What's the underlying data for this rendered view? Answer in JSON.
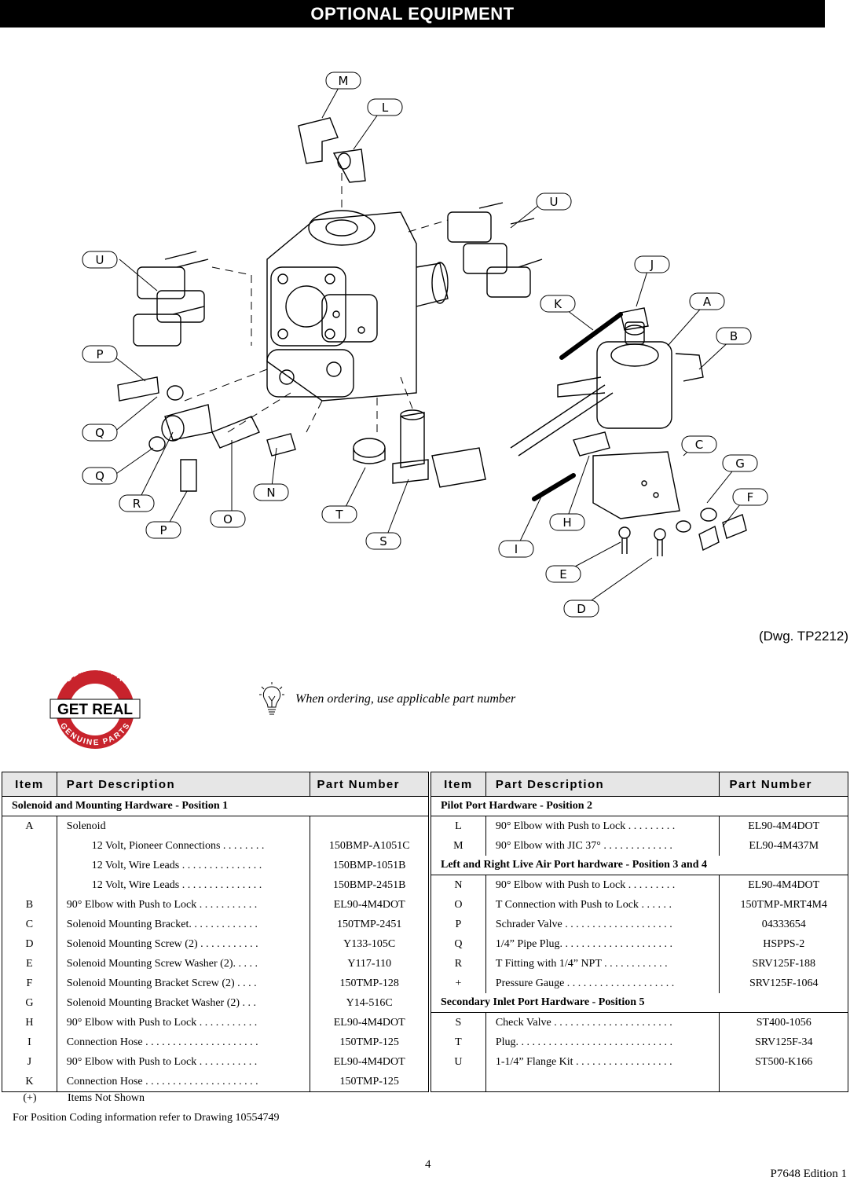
{
  "header": {
    "title": "OPTIONAL EQUIPMENT"
  },
  "drawing": {
    "callouts": [
      "M",
      "L",
      "U",
      "U",
      "J",
      "K",
      "A",
      "B",
      "P",
      "Q",
      "Q",
      "R",
      "P",
      "O",
      "N",
      "T",
      "S",
      "I",
      "H",
      "C",
      "G",
      "F",
      "E",
      "D"
    ],
    "reference": "(Dwg. TP2212)"
  },
  "logo": {
    "top_text": "DEMAND I-R",
    "main_text": "GET REAL",
    "bottom_text": "GENUINE PARTS"
  },
  "tip": {
    "icon": "lightbulb-icon",
    "text": "When ordering, use applicable part number"
  },
  "table": {
    "headers": {
      "item": "Item",
      "description": "Part Description",
      "part_number": "Part Number"
    },
    "left": {
      "section": "Solenoid and Mounting Hardware - Position 1",
      "rows": [
        {
          "item": "A",
          "desc": "Solenoid",
          "dots": "",
          "pn": ""
        },
        {
          "item": "",
          "desc": "12 Volt, Pioneer Connections",
          "dots": " . . . . . . . .",
          "pn": "150BMP-A1051C"
        },
        {
          "item": "",
          "desc": "12 Volt, Wire Leads",
          "dots": " . . . . . . . . . . . . . . .",
          "pn": "150BMP-1051B"
        },
        {
          "item": "",
          "desc": "12 Volt, Wire Leads",
          "dots": " . . . . . . . . . . . . . . .",
          "pn": "150BMP-2451B"
        },
        {
          "item": "B",
          "desc": "90° Elbow with Push to Lock",
          "dots": " . . . . . . . . . . .",
          "pn": "EL90-4M4DOT"
        },
        {
          "item": "C",
          "desc": "Solenoid Mounting Bracket",
          "dots": ". . . . . . . . . . . . .",
          "pn": "150TMP-2451"
        },
        {
          "item": "D",
          "desc": "Solenoid Mounting Screw (2)",
          "dots": " . . . . . . . . . . .",
          "pn": "Y133-105C"
        },
        {
          "item": "E",
          "desc": "Solenoid Mounting Screw Washer (2)",
          "dots": ". . . . .",
          "pn": "Y117-110"
        },
        {
          "item": "F",
          "desc": "Solenoid Mounting Bracket Screw (2)",
          "dots": " . . . .",
          "pn": "150TMP-128"
        },
        {
          "item": "G",
          "desc": "Solenoid Mounting Bracket Washer (2)",
          "dots": " . . .",
          "pn": "Y14-516C"
        },
        {
          "item": "H",
          "desc": "90° Elbow with Push to Lock",
          "dots": " . . . . . . . . . . .",
          "pn": "EL90-4M4DOT"
        },
        {
          "item": "I",
          "desc": "Connection Hose",
          "dots": " . . . . . . . . . . . . . . . . . . . . .",
          "pn": "150TMP-125"
        },
        {
          "item": "J",
          "desc": "90° Elbow with Push to Lock",
          "dots": " . . . . . . . . . . .",
          "pn": "EL90-4M4DOT"
        },
        {
          "item": "K",
          "desc": "Connection Hose",
          "dots": " . . . . . . . . . . . . . . . . . . . . .",
          "pn": "150TMP-125"
        }
      ]
    },
    "right": {
      "sections": [
        {
          "title": "Pilot Port Hardware - Position 2",
          "rows": [
            {
              "item": "L",
              "desc": "90° Elbow with Push to Lock",
              "dots": " . . . . . . . . .",
              "pn": "EL90-4M4DOT"
            },
            {
              "item": "M",
              "desc": "90° Elbow with JIC 37°",
              "dots": "  . . . . . . . . . . . . .",
              "pn": "EL90-4M437M"
            }
          ]
        },
        {
          "title": "Left and Right Live Air Port hardware - Position 3 and 4",
          "rows": [
            {
              "item": "N",
              "desc": "90° Elbow with Push to Lock",
              "dots": " . . . . . . . . .",
              "pn": "EL90-4M4DOT"
            },
            {
              "item": "O",
              "desc": "T Connection with Push to Lock",
              "dots": "  . . . . . .",
              "pn": "150TMP-MRT4M4"
            },
            {
              "item": "P",
              "desc": "Schrader Valve",
              "dots": "  . . . . . . . . . . . . . . . . . . . .",
              "pn": "04333654"
            },
            {
              "item": "Q",
              "desc": "1/4” Pipe Plug",
              "dots": ". . . . . . . . . . . . . . . . . . . . .",
              "pn": "HSPPS-2"
            },
            {
              "item": "R",
              "desc": "T Fitting with 1/4” NPT",
              "dots": "  . . . . . . . . . . . .",
              "pn": "SRV125F-188"
            },
            {
              "item": "+",
              "desc": "Pressure Gauge",
              "dots": " . . . . . . . . . . . . . . . . . . . .",
              "pn": "SRV125F-1064"
            }
          ]
        },
        {
          "title": "Secondary Inlet Port Hardware - Position 5",
          "rows": [
            {
              "item": "S",
              "desc": "Check Valve",
              "dots": "  . . . . . . . . . . . . . . . . . . . . . .",
              "pn": "ST400-1056"
            },
            {
              "item": "T",
              "desc": "Plug",
              "dots": ". . . . . . . . . . . . . . . . . . . . . . . . . . . . .",
              "pn": "SRV125F-34"
            },
            {
              "item": "U",
              "desc": "1-1/4” Flange Kit",
              "dots": "  . . . . . . . . . . . . . . . . . .",
              "pn": "ST500-K166"
            }
          ]
        }
      ]
    },
    "note_symbol": "(+)",
    "note_text": "Items Not Shown",
    "position_note": "For Position Coding information refer to Drawing 10554749"
  },
  "footer": {
    "page_number": "4",
    "edition": "P7648 Edition 1"
  }
}
